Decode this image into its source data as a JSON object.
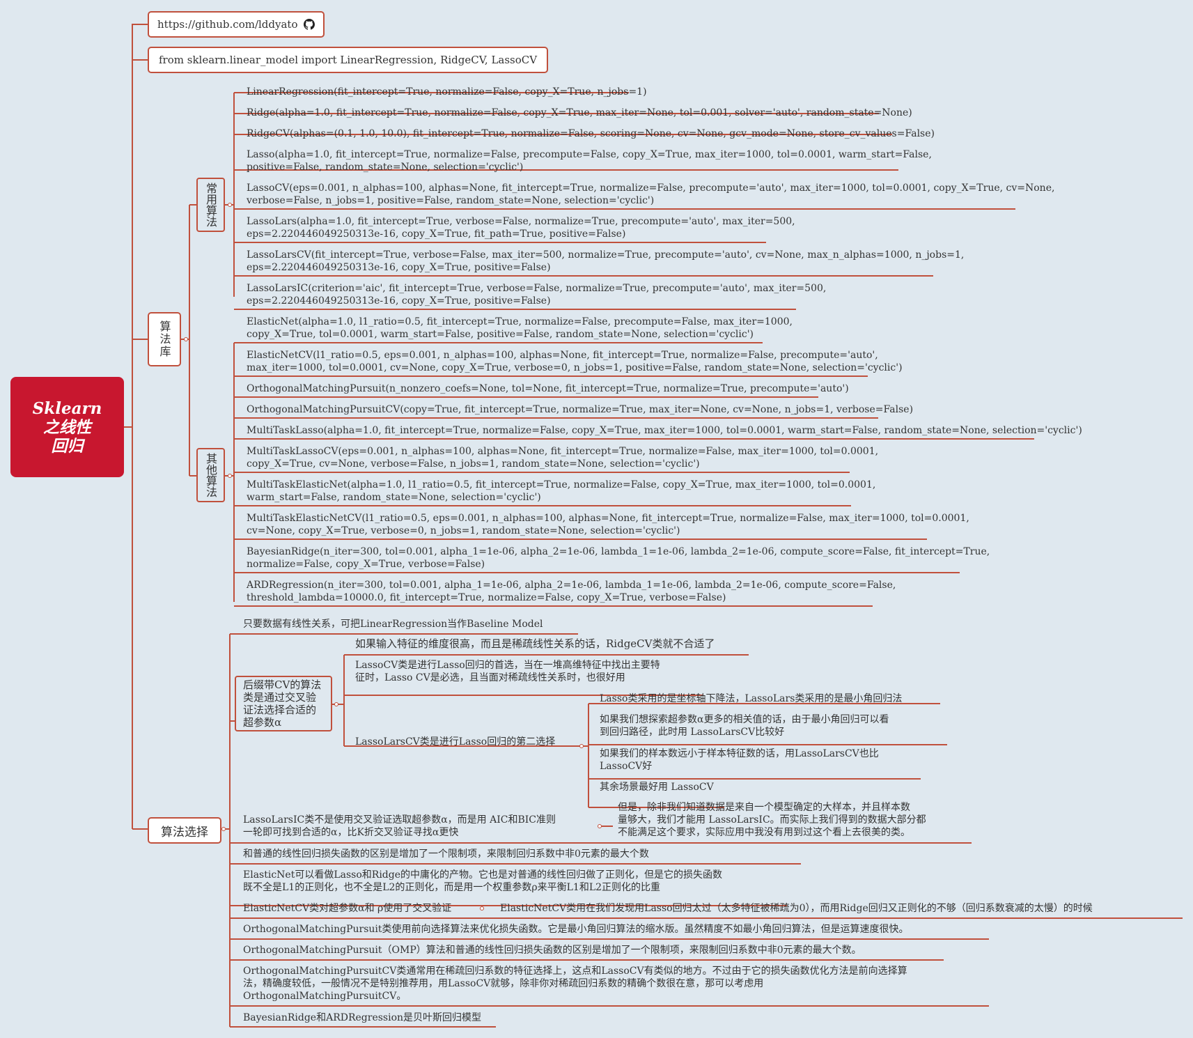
{
  "root": {
    "line1": "Sklearn",
    "line2": "之线性",
    "line3": "回归"
  },
  "top_nodes": {
    "github": "https://github.com/lddyato",
    "import": "from sklearn.linear_model import LinearRegression, RidgeCV, LassoCV"
  },
  "library": {
    "label": "算法库",
    "common": {
      "label": "常用算法",
      "items": [
        [
          "LinearRegression(fit_intercept=True, normalize=False, copy_X=True, n_jobs=1)"
        ],
        [
          "Ridge(alpha=1.0, fit_intercept=True, normalize=False, copy_X=True, max_iter=None, tol=0.001, solver='auto', random_state=None)"
        ],
        [
          "RidgeCV(alphas=(0.1, 1.0, 10.0), fit_intercept=True, normalize=False, scoring=None, cv=None, gcv_mode=None, store_cv_values=False)"
        ],
        [
          "Lasso(alpha=1.0, fit_intercept=True, normalize=False, precompute=False, copy_X=True, max_iter=1000, tol=0.0001, warm_start=False,",
          "positive=False, random_state=None, selection='cyclic')"
        ],
        [
          "LassoCV(eps=0.001, n_alphas=100, alphas=None, fit_intercept=True, normalize=False, precompute='auto', max_iter=1000, tol=0.0001, copy_X=True, cv=None,",
          "verbose=False, n_jobs=1, positive=False, random_state=None, selection='cyclic')"
        ],
        [
          "LassoLars(alpha=1.0, fit_intercept=True, verbose=False, normalize=True, precompute='auto', max_iter=500,",
          "eps=2.220446049250313e-16, copy_X=True, fit_path=True, positive=False)"
        ],
        [
          "LassoLarsCV(fit_intercept=True, verbose=False, max_iter=500, normalize=True, precompute='auto', cv=None, max_n_alphas=1000, n_jobs=1,",
          "eps=2.220446049250313e-16, copy_X=True, positive=False)"
        ],
        [
          "LassoLarsIC(criterion='aic', fit_intercept=True, verbose=False, normalize=True, precompute='auto', max_iter=500,",
          "eps=2.220446049250313e-16, copy_X=True, positive=False)"
        ]
      ]
    },
    "other": {
      "label": "其他算法",
      "items": [
        [
          "ElasticNet(alpha=1.0, l1_ratio=0.5, fit_intercept=True, normalize=False, precompute=False, max_iter=1000,",
          "copy_X=True, tol=0.0001, warm_start=False, positive=False, random_state=None, selection='cyclic')"
        ],
        [
          "ElasticNetCV(l1_ratio=0.5, eps=0.001, n_alphas=100, alphas=None, fit_intercept=True, normalize=False, precompute='auto',",
          "max_iter=1000, tol=0.0001, cv=None, copy_X=True, verbose=0, n_jobs=1, positive=False, random_state=None, selection='cyclic')"
        ],
        [
          "OrthogonalMatchingPursuit(n_nonzero_coefs=None, tol=None, fit_intercept=True, normalize=True, precompute='auto')"
        ],
        [
          "OrthogonalMatchingPursuitCV(copy=True, fit_intercept=True, normalize=True, max_iter=None, cv=None, n_jobs=1, verbose=False)"
        ],
        [
          "MultiTaskLasso(alpha=1.0, fit_intercept=True, normalize=False, copy_X=True, max_iter=1000, tol=0.0001, warm_start=False, random_state=None, selection='cyclic')"
        ],
        [
          "MultiTaskLassoCV(eps=0.001, n_alphas=100, alphas=None, fit_intercept=True, normalize=False, max_iter=1000, tol=0.0001,",
          "copy_X=True, cv=None, verbose=False, n_jobs=1, random_state=None, selection='cyclic')"
        ],
        [
          "MultiTaskElasticNet(alpha=1.0, l1_ratio=0.5, fit_intercept=True, normalize=False, copy_X=True, max_iter=1000, tol=0.0001,",
          "warm_start=False, random_state=None, selection='cyclic')"
        ],
        [
          "MultiTaskElasticNetCV(l1_ratio=0.5, eps=0.001, n_alphas=100, alphas=None, fit_intercept=True, normalize=False, max_iter=1000, tol=0.0001,",
          "cv=None, copy_X=True, verbose=0, n_jobs=1, random_state=None, selection='cyclic')"
        ],
        [
          "BayesianRidge(n_iter=300, tol=0.001, alpha_1=1e-06, alpha_2=1e-06, lambda_1=1e-06, lambda_2=1e-06, compute_score=False, fit_intercept=True,",
          "normalize=False, copy_X=True, verbose=False)"
        ],
        [
          "ARDRegression(n_iter=300, tol=0.001, alpha_1=1e-06, alpha_2=1e-06, lambda_1=1e-06, lambda_2=1e-06, compute_score=False,",
          "threshold_lambda=10000.0, fit_intercept=True, normalize=False, copy_X=True, verbose=False)"
        ]
      ]
    }
  },
  "selection": {
    "label": "算法选择",
    "baseline": "只要数据有线性关系，可把LinearRegression当作Baseline Model",
    "cv_node": [
      "后缀带CV的算法",
      "类是通过交叉验",
      "证法选择合适的",
      "超参数α"
    ],
    "cv_high_dim": "如果输入特征的维度很高，而且是稀疏线性关系的话，RidgeCV类就不合适了",
    "lassocv_first": [
      "LassoCV类是进行Lasso回归的首选，当在一堆高维特征中找出主要特",
      "征时，Lasso CV是必选，且当面对稀疏线性关系时，也很好用"
    ],
    "lassolarscv_second": "LassoLarsCV类是进行Lasso回归的第二选择",
    "lars_sub": [
      [
        "Lasso类采用的是坐标轴下降法，LassoLars类采用的是最小角回归法"
      ],
      [
        "如果我们想探索超参数α更多的相关值的话，由于最小角回归可以看",
        "到回归路径，此时用 LassoLarsCV比较好"
      ],
      [
        "如果我们的样本数远小于样本特征数的话，用LassoLarsCV也比",
        "LassoCV好"
      ],
      [
        "其余场景最好用 LassoCV"
      ]
    ],
    "lassolarsic": [
      "LassoLarsIC类不是使用交叉验证选取超参数α，而是用 AIC和BIC准则",
      "一轮即可找到合适的α，比K折交叉验证寻找α更快"
    ],
    "lassolarsic_note": [
      "但是，除非我们知道数据是来自一个模型确定的大样本，并且样本数",
      "量够大，我们才能用 LassoLarsIC。而实际上我们得到的数据大部分都",
      "不能满足这个要求，实际应用中我没有用到过这个看上去很美的类。"
    ],
    "lasso_diff": "和普通的线性回归损失函数的区别是增加了一个限制项，来限制回归系数中非0元素的最大个数",
    "elasticnet": [
      "ElasticNet可以看做Lasso和Ridge的中庸化的产物。它也是对普通的线性回归做了正则化，但是它的损失函数",
      "既不全是L1的正则化，也不全是L2的正则化，而是用一个权重参数ρ来平衡L1和L2正则化的比重"
    ],
    "elasticnetcv": "ElasticNetCV类对超参数α和 ρ使用了交叉验证",
    "elasticnetcv_note": "ElasticNetCV类用在我们发现用Lasso回归太过（太多特征被稀疏为0），而用Ridge回归又正则化的不够（回归系数衰减的太慢）的时候",
    "omp1": "OrthogonalMatchingPursuit类使用前向选择算法来优化损失函数。它是最小角回归算法的缩水版。虽然精度不如最小角回归算法，但是运算速度很快。",
    "omp2": "OrthogonalMatchingPursuit（OMP）算法和普通的线性回归损失函数的区别是增加了一个限制项，来限制回归系数中非0元素的最大个数。",
    "ompcv": [
      "OrthogonalMatchingPursuitCV类通常用在稀疏回归系数的特征选择上，这点和LassoCV有类似的地方。不过由于它的损失函数优化方法是前向选择算",
      "法，精确度较低，一般情况不是特别推荐用，用LassoCV就够，除非你对稀疏回归系数的精确个数很在意，那可以考虑用",
      "OrthogonalMatchingPursuitCV。"
    ],
    "bayes": "BayesianRidge和ARDRegression是贝叶斯回归模型"
  }
}
